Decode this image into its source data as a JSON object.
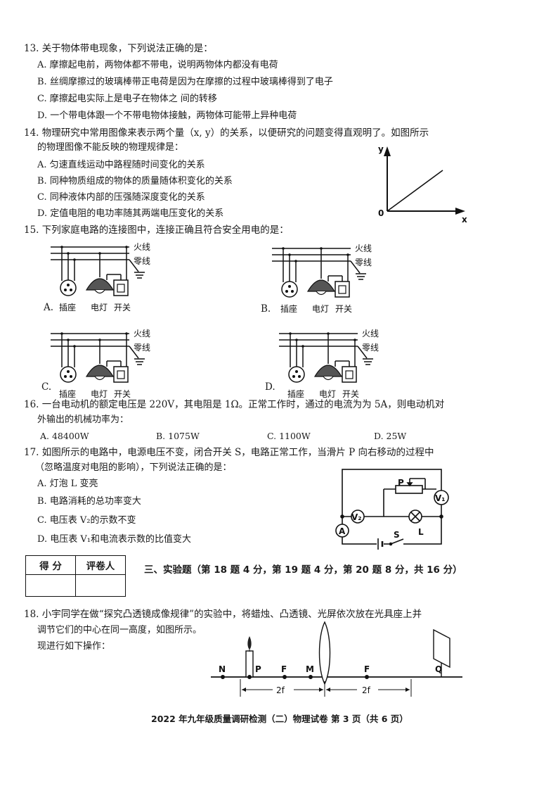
{
  "q13": {
    "stem": "13. 关于物体带电现象，下列说法正确的是：",
    "options": [
      "A. 摩擦起电前，两物体都不带电，说明两物体内都没有电荷",
      "B. 丝绸摩擦过的玻璃棒带正电荷是因为在摩擦的过程中玻璃棒得到了电子",
      "C. 摩擦起电实际上是电子在物体之 间的转移",
      "D. 一个带电体跟一个不带电物体接触，两物体可能带上异种电荷"
    ]
  },
  "q14": {
    "stem_line1": "14. 物理研究中常用图像来表示两个量（x, y）的关系，以便研究的问题变得直观明了。如图所示",
    "stem_line2": "的物理图像不能反映的物理规律是：",
    "options": [
      "A. 匀速直线运动中路程随时间变化的关系",
      "B. 同种物质组成的物体的质量随体积变化的关系",
      "C. 同种液体内部的压强随深度变化的关系",
      "D. 定值电阻的电功率随其两端电压变化的关系"
    ],
    "graph": {
      "y_label": "y",
      "x_label": "x",
      "origin_label": "0"
    }
  },
  "q15": {
    "stem": "15. 下列家庭电路的连接图中，连接正确且符合安全用电的是：",
    "live_label": "火线",
    "neutral_label": "零线",
    "socket_label": "插座",
    "lamp_label": "电灯",
    "switch_label": "开关",
    "option_letters": [
      "A.",
      "B.",
      "C.",
      "D."
    ]
  },
  "q16": {
    "stem_line1": "16. 一台电动机的额定电压是 220V，其电阻是 1Ω。正常工作时，通过的电流为为 5A，则电动机对",
    "stem_line2": "外输出的机械功率为：",
    "options": [
      "A. 48400W",
      "B. 1075W",
      "C. 1100W",
      "D. 25W"
    ]
  },
  "q17": {
    "stem_line1": "17. 如图所示的电路中，电源电压不变，闭合开关 S，电路正常工作，当滑片 P 向右移动的过程中",
    "stem_line2": "（忽略温度对电阻的影响），下列说法正确的是：",
    "options": [
      "A. 灯泡 L 变亮",
      "B. 电路消耗的总功率变大",
      "C. 电压表 V₂的示数不变",
      "D. 电压表 V₁和电流表示数的比值变大"
    ],
    "circuit": {
      "P": "P",
      "V1": "V₁",
      "V2": "V₂",
      "A": "A",
      "S": "S",
      "L": "L"
    }
  },
  "grading": {
    "score": "得  分",
    "grader": "评卷人"
  },
  "section3": {
    "title": "三、实验题（第 18 题 4 分，第 19 题 4 分，第 20 题 8 分，共 16 分）"
  },
  "q18": {
    "stem_line1": "18. 小宇同学在做“探究凸透镜成像规律”的实验中，将蜡烛、凸透镜、光屏依次放在光具座上并",
    "stem_line2": "调节它们的中心在同一高度，如图所示。",
    "stem_line3": "现进行如下操作：",
    "bench": {
      "N": "N",
      "P": "P",
      "F1": "F",
      "M": "M",
      "F2": "F",
      "Q": "Q",
      "twof_left": "2f",
      "twof_right": "2f"
    }
  },
  "footer": {
    "text": "2022 年九年级质量调研检测（二）物理试卷   第 3 页（共 6 页）"
  }
}
